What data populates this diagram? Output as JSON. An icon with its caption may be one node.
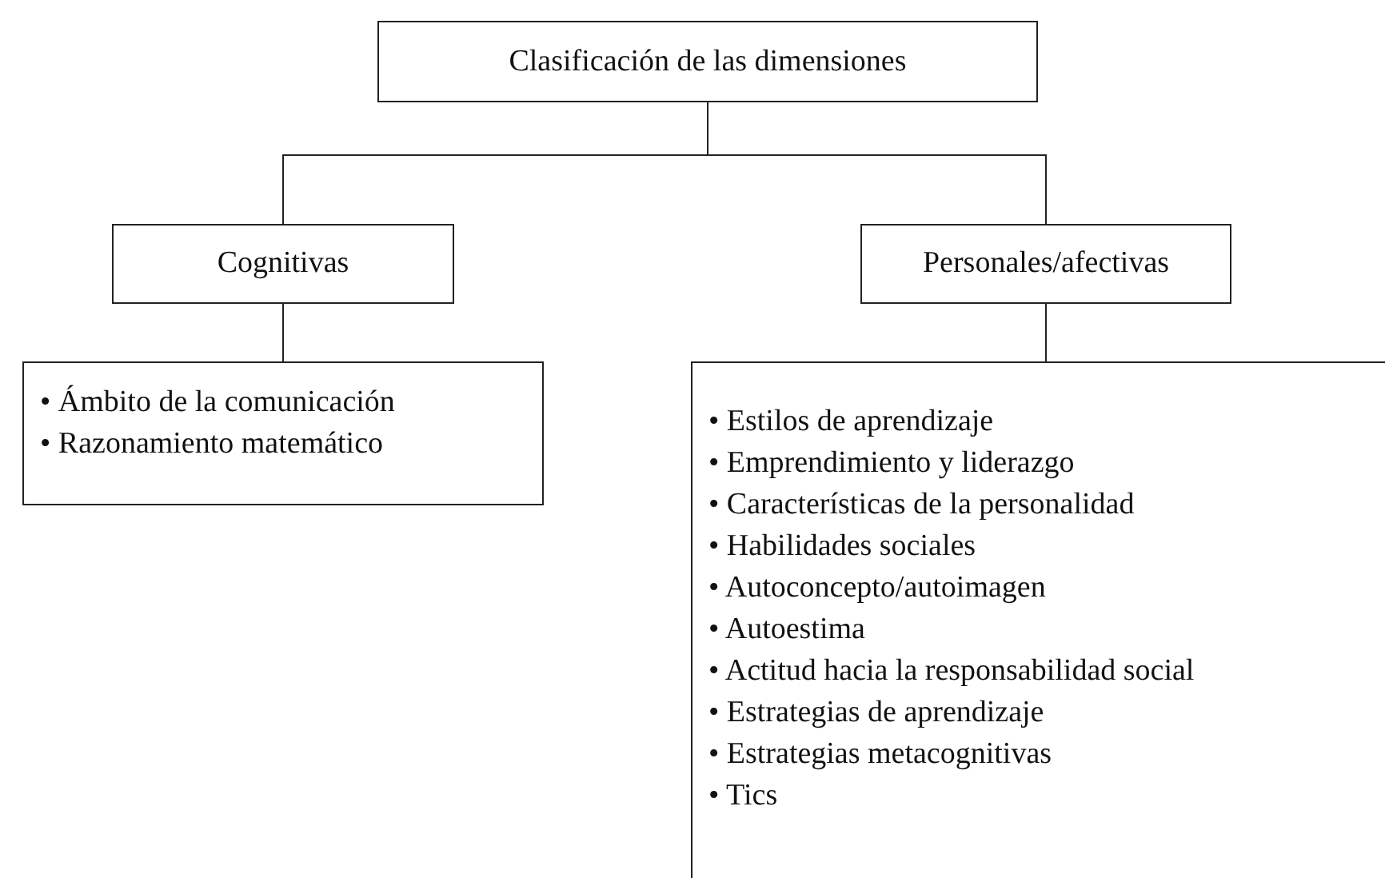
{
  "diagram": {
    "nodes": [
      {
        "text": [
          "Clasificación de las dimensiones"
        ]
      },
      {
        "text": [
          "Cognitivas"
        ]
      },
      {
        "text": [
          "Personales/afectivas"
        ]
      },
      {
        "text": [
          "• Ámbito de la comunicación",
          "• Razonamiento matemático"
        ]
      },
      {
        "text": [
          "• Estilos de aprendizaje",
          "• Emprendimiento y liderazgo",
          "• Características de la personalidad",
          "• Habilidades sociales",
          "• Autoconcepto/autoimagen",
          "• Autoestima",
          "• Actitud hacia la responsabilidad social",
          "• Estrategias de aprendizaje",
          "• Estrategias metacognitivas",
          "• Tics"
        ]
      }
    ],
    "edges": [
      {
        "from": 0,
        "to": 1,
        "arrow": "none"
      },
      {
        "from": 0,
        "to": 2,
        "arrow": "none"
      },
      {
        "from": 1,
        "to": 3,
        "arrow": "none"
      },
      {
        "from": 2,
        "to": 4,
        "arrow": "none"
      }
    ]
  }
}
